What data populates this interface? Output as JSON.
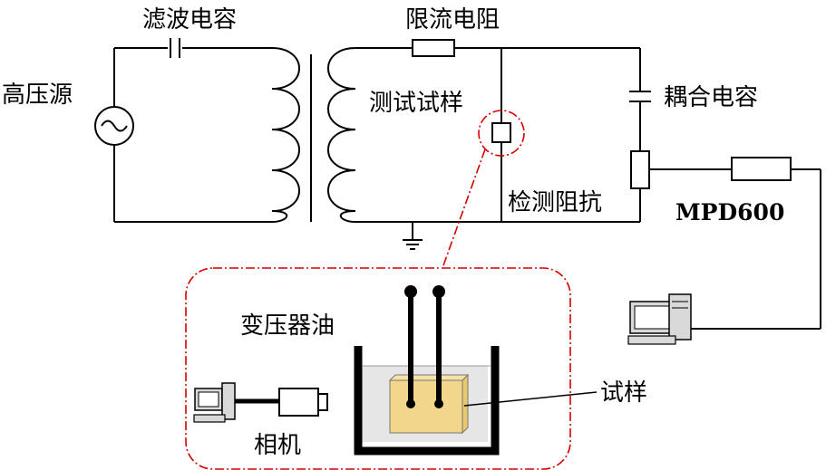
{
  "labels": {
    "source": "高压源",
    "filter_cap": "滤波电容",
    "limit_res": "限流电阻",
    "test_sample": "测试试样",
    "coupling_cap": "耦合电容",
    "detect_imp": "检测阻抗",
    "mpd": "MPD600",
    "oil": "变压器油",
    "sample": "试样",
    "camera": "相机"
  },
  "colors": {
    "line": "#000000",
    "highlight": "#d40000",
    "sample_fill": "#f2d68c",
    "sample_side": "#e8c86a",
    "oil_fill": "#e6e6e6"
  },
  "icons": [
    "ac-source-icon",
    "capacitor-icon",
    "transformer-icon",
    "resistor-icon",
    "ground-icon",
    "computer-icon",
    "camera-icon",
    "electrode-icon",
    "container-icon"
  ]
}
